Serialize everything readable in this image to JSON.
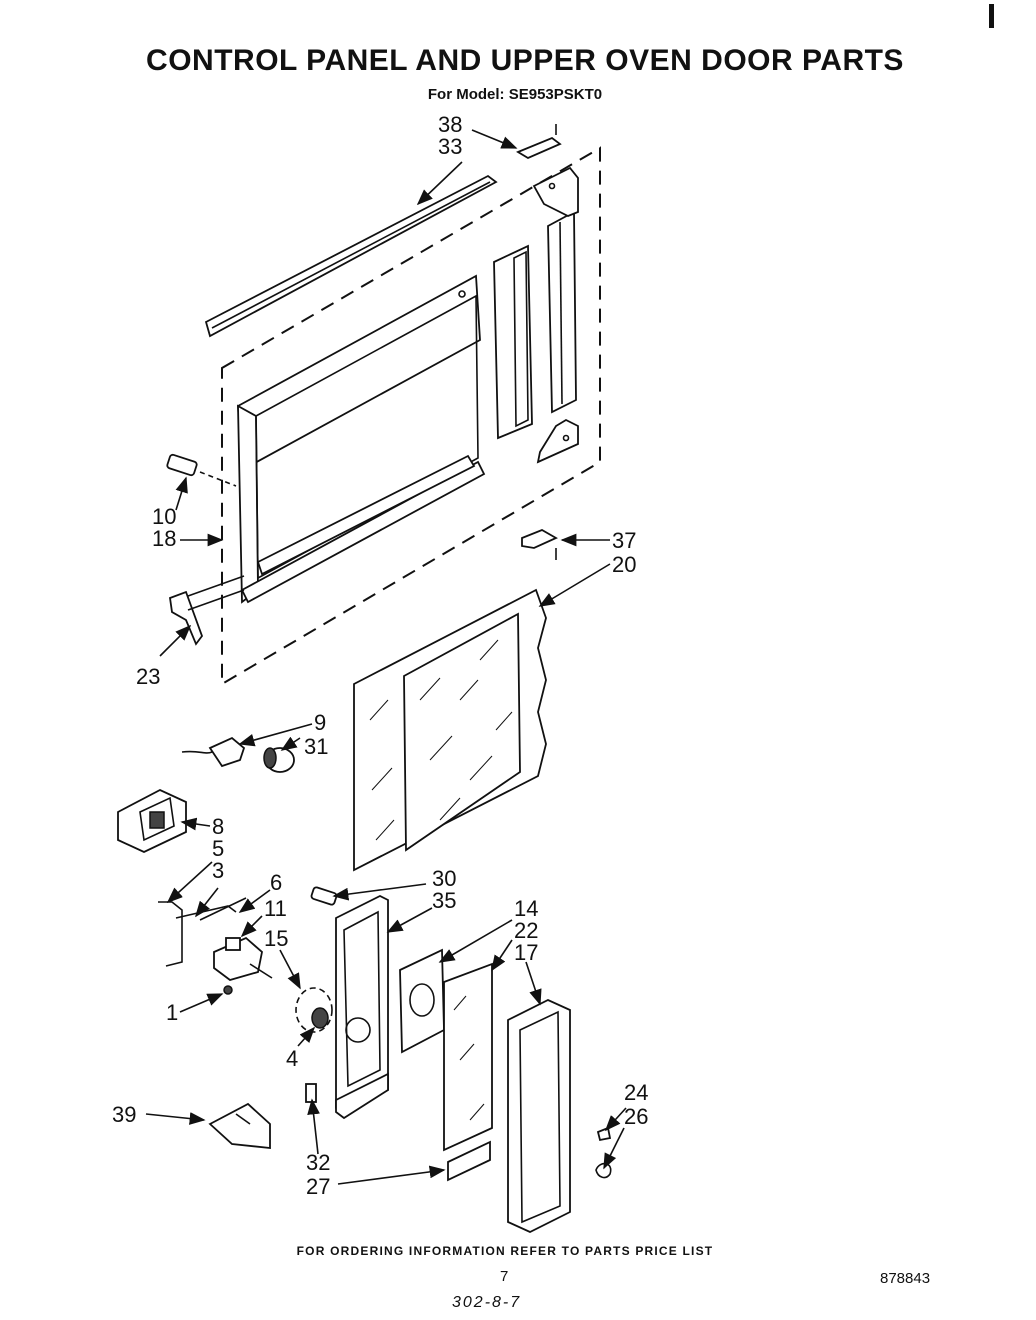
{
  "header": {
    "title": "CONTROL PANEL AND UPPER OVEN DOOR PARTS",
    "model": "For Model: SE953PSKT0"
  },
  "footer": {
    "ordering_note": "FOR ORDERING INFORMATION REFER TO PARTS PRICE LIST",
    "page_number": "7",
    "document_number": "878843",
    "handwritten_code": "302-8-7"
  },
  "callouts": {
    "c38": "38",
    "c33": "33",
    "c10": "10",
    "c18": "18",
    "c37": "37",
    "c20": "20",
    "c23": "23",
    "c9": "9",
    "c31": "31",
    "c8": "8",
    "c5": "5",
    "c3": "3",
    "c6": "6",
    "c11": "11",
    "c15": "15",
    "c1": "1",
    "c4": "4",
    "c30": "30",
    "c35": "35",
    "c14": "14",
    "c22": "22",
    "c17": "17",
    "c39": "39",
    "c32": "32",
    "c27": "27",
    "c24": "24",
    "c26": "26"
  }
}
